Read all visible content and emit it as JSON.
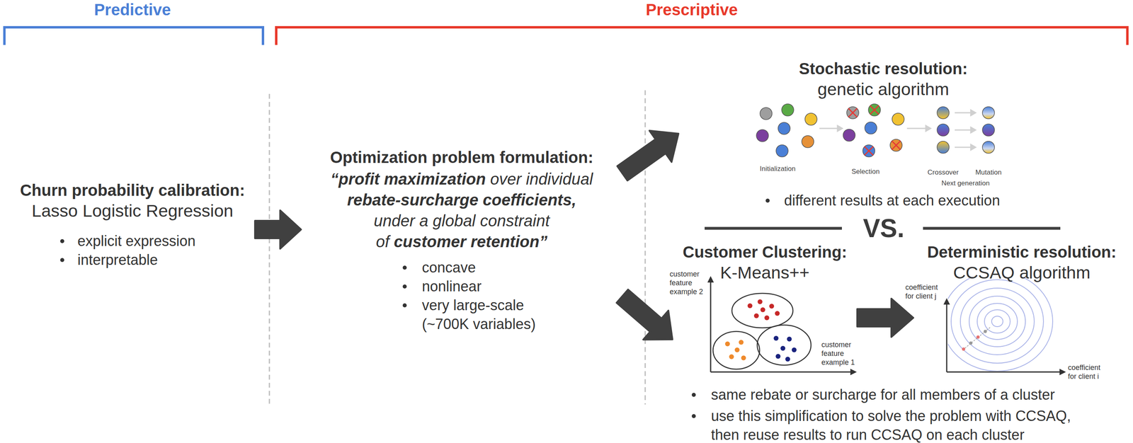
{
  "diagram": {
    "nodes": [
      {
        "text": [
          "Churn probability calibration:",
          "Lasso Logistic Regression",
          "explicit expression",
          "interpretable"
        ]
      },
      {
        "text": [
          "Optimization problem formulation:",
          "“profit maximization over individual rebate-surcharge coefficients, under a global constraint of customer retention”",
          "concave",
          "nonlinear",
          "very large-scale (~700K variables)"
        ]
      },
      {
        "text": [
          "Stochastic resolution:",
          "genetic algorithm",
          "different results at each execution"
        ]
      },
      {
        "text": [
          "Customer Clustering:",
          "K-Means++"
        ]
      },
      {
        "text": [
          "Deterministic resolution:",
          "CCSAQ algorithm"
        ]
      }
    ],
    "edges": [
      {
        "from": 0,
        "to": 1,
        "arrow": "to"
      },
      {
        "from": 1,
        "to": 2,
        "arrow": "to"
      },
      {
        "from": 1,
        "to": 3,
        "arrow": "to"
      },
      {
        "from": 3,
        "to": 4,
        "arrow": "to"
      }
    ],
    "labels": [
      "Predictive",
      "Prescriptive",
      "Initialization",
      "Selection",
      "Crossover",
      "Mutation",
      "Next generation",
      "VS.",
      "customer feature example 2",
      "customer feature example 1",
      "coefficient for client j",
      "coefficient for client i",
      "same rebate or surcharge for all members of a cluster",
      "use this simplification to solve the problem with CCSAQ, then reuse results to run CCSAQ on each cluster"
    ]
  }
}
